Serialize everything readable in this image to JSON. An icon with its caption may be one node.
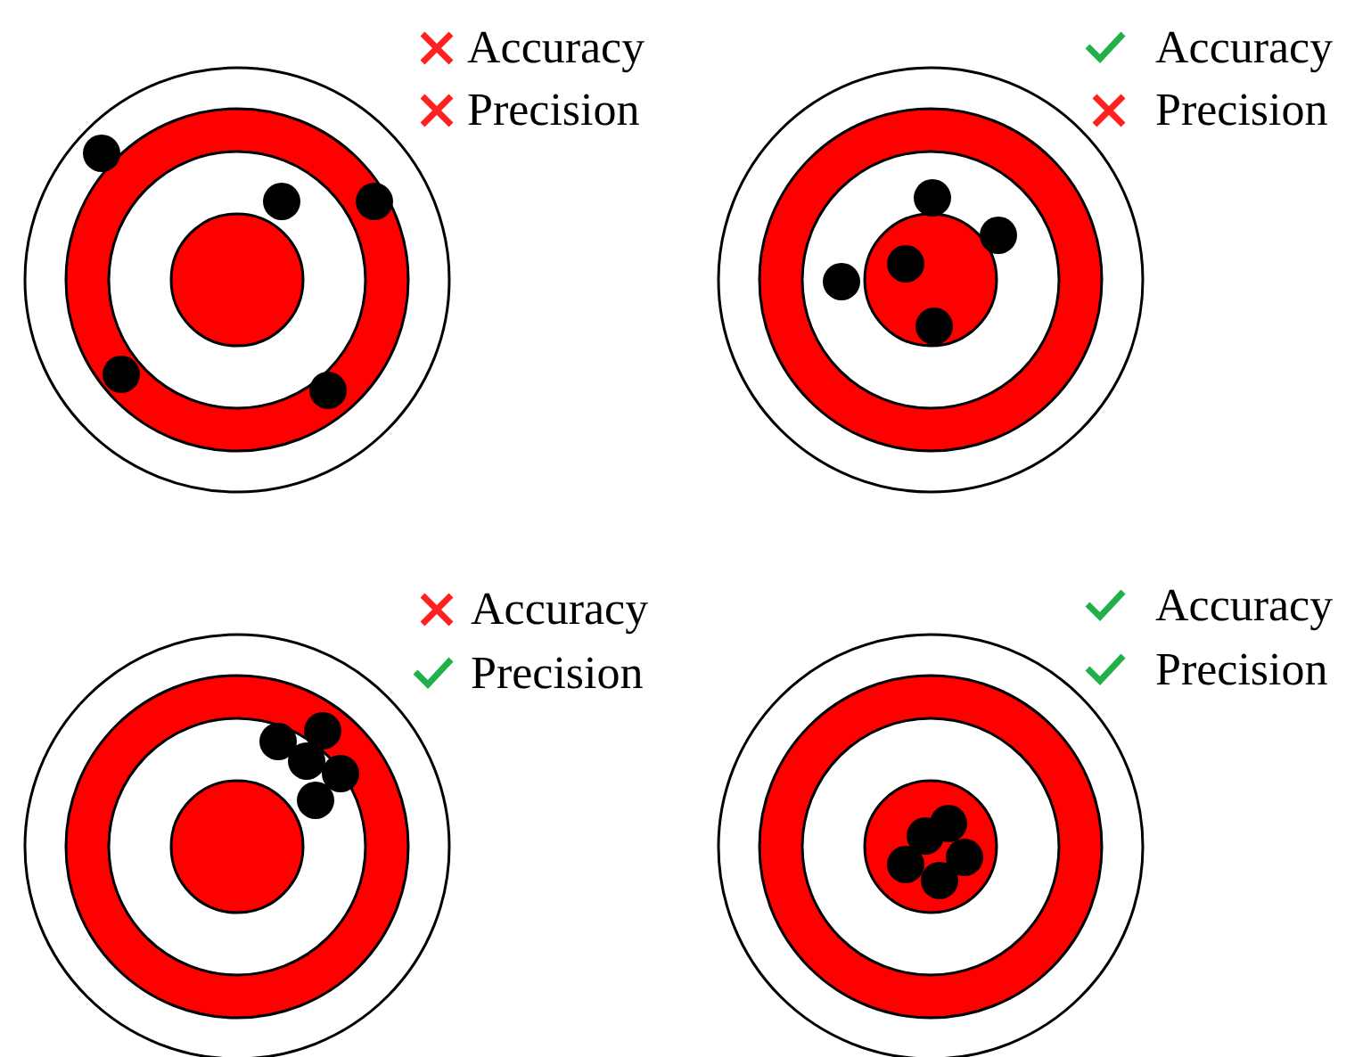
{
  "diagram": {
    "labels": [
      "Accuracy",
      "Precision",
      "Accuracy",
      "Precision",
      "Accuracy",
      "Precision",
      "Accuracy",
      "Precision"
    ]
  }
}
